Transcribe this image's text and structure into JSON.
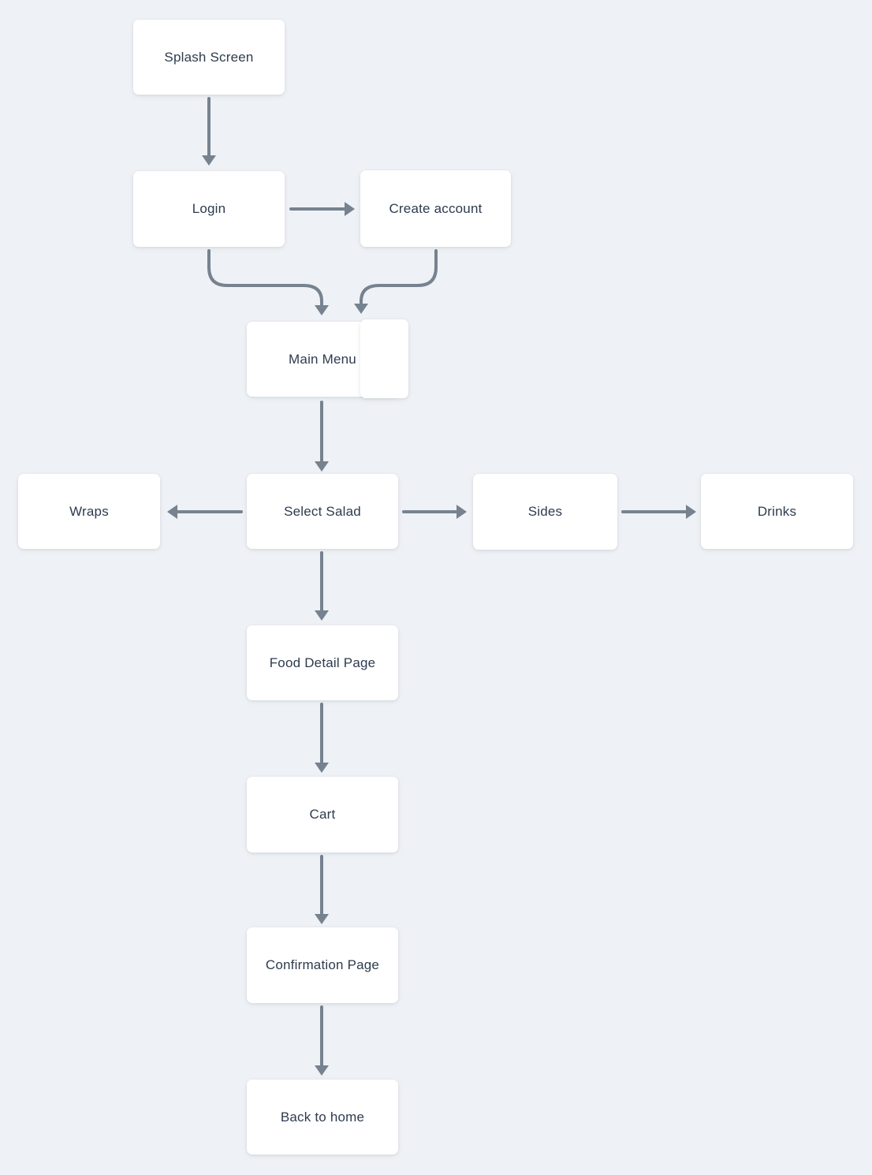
{
  "diagram": {
    "type": "flowchart",
    "nodes": [
      {
        "id": "splash-screen",
        "label": "Splash Screen"
      },
      {
        "id": "login",
        "label": "Login"
      },
      {
        "id": "create-account",
        "label": "Create account"
      },
      {
        "id": "main-menu",
        "label": "Main Menu"
      },
      {
        "id": "wraps",
        "label": "Wraps"
      },
      {
        "id": "select-salad",
        "label": "Select Salad"
      },
      {
        "id": "sides",
        "label": "Sides"
      },
      {
        "id": "drinks",
        "label": "Drinks"
      },
      {
        "id": "food-detail-page",
        "label": "Food Detail Page"
      },
      {
        "id": "cart",
        "label": "Cart"
      },
      {
        "id": "confirmation-page",
        "label": "Confirmation Page"
      },
      {
        "id": "back-to-home",
        "label": "Back to home"
      }
    ],
    "edges": [
      {
        "from": "splash-screen",
        "to": "login"
      },
      {
        "from": "login",
        "to": "create-account"
      },
      {
        "from": "login",
        "to": "main-menu"
      },
      {
        "from": "create-account",
        "to": "main-menu"
      },
      {
        "from": "main-menu",
        "to": "select-salad"
      },
      {
        "from": "select-salad",
        "to": "wraps"
      },
      {
        "from": "select-salad",
        "to": "sides"
      },
      {
        "from": "sides",
        "to": "drinks"
      },
      {
        "from": "select-salad",
        "to": "food-detail-page"
      },
      {
        "from": "food-detail-page",
        "to": "cart"
      },
      {
        "from": "cart",
        "to": "confirmation-page"
      },
      {
        "from": "confirmation-page",
        "to": "back-to-home"
      }
    ],
    "colors": {
      "background": "#eef1f5",
      "node_fill": "#ffffff",
      "arrow": "#76828f",
      "text": "#2e3b4e"
    }
  }
}
